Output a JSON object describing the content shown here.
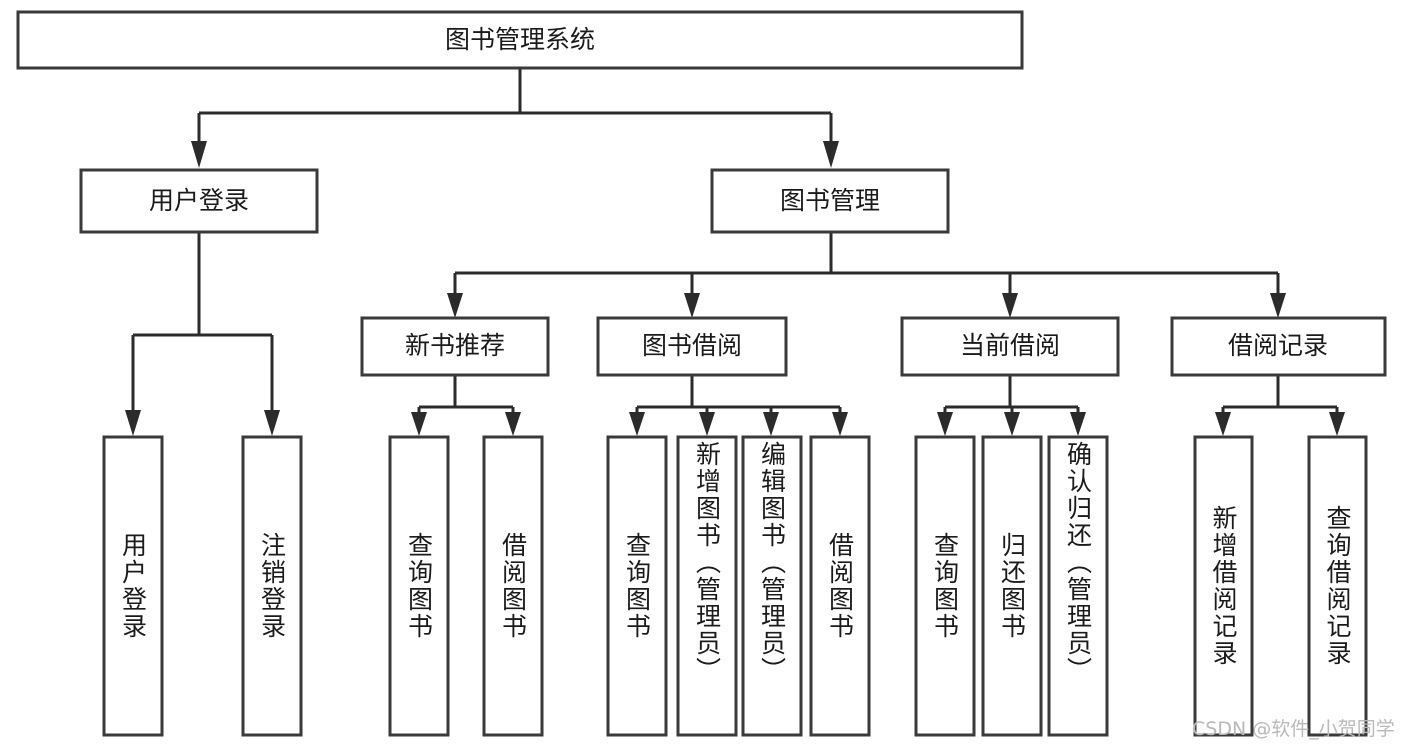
{
  "diagram": {
    "type": "tree",
    "title": "图书管理系统",
    "root": {
      "id": "root",
      "label": "图书管理系统",
      "orientation": "horizontal"
    },
    "level2": [
      {
        "id": "user-login",
        "label": "用户登录",
        "orientation": "horizontal"
      },
      {
        "id": "book-manage",
        "label": "图书管理",
        "orientation": "horizontal"
      }
    ],
    "level3": [
      {
        "id": "new-book-recommend",
        "label": "新书推荐",
        "orientation": "horizontal",
        "parent": "book-manage"
      },
      {
        "id": "book-borrow",
        "label": "图书借阅",
        "orientation": "horizontal",
        "parent": "book-manage"
      },
      {
        "id": "current-borrow",
        "label": "当前借阅",
        "orientation": "horizontal",
        "parent": "book-manage"
      },
      {
        "id": "borrow-record",
        "label": "借阅记录",
        "orientation": "horizontal",
        "parent": "book-manage"
      }
    ],
    "leaves": [
      {
        "id": "leaf-user-login",
        "label": "用户登录",
        "orientation": "vertical",
        "parent": "user-login"
      },
      {
        "id": "leaf-user-logout",
        "label": "注销登录",
        "orientation": "vertical",
        "parent": "user-login"
      },
      {
        "id": "leaf-query-book-1",
        "label": "查询图书",
        "orientation": "vertical",
        "parent": "new-book-recommend"
      },
      {
        "id": "leaf-borrow-book-1",
        "label": "借阅图书",
        "orientation": "vertical",
        "parent": "new-book-recommend"
      },
      {
        "id": "leaf-query-book-2",
        "label": "查询图书",
        "orientation": "vertical",
        "parent": "book-borrow"
      },
      {
        "id": "leaf-add-book",
        "label": "新增图书（管理员）",
        "orientation": "vertical",
        "parent": "book-borrow"
      },
      {
        "id": "leaf-edit-book",
        "label": "编辑图书（管理员）",
        "orientation": "vertical",
        "parent": "book-borrow"
      },
      {
        "id": "leaf-borrow-book-2",
        "label": "借阅图书",
        "orientation": "vertical",
        "parent": "book-borrow"
      },
      {
        "id": "leaf-query-book-3",
        "label": "查询图书",
        "orientation": "vertical",
        "parent": "current-borrow"
      },
      {
        "id": "leaf-return-book",
        "label": "归还图书",
        "orientation": "vertical",
        "parent": "current-borrow"
      },
      {
        "id": "leaf-confirm-return",
        "label": "确认归还（管理员）",
        "orientation": "vertical",
        "parent": "current-borrow"
      },
      {
        "id": "leaf-add-record",
        "label": "新增借阅记录",
        "orientation": "vertical",
        "parent": "borrow-record"
      },
      {
        "id": "leaf-query-record",
        "label": "查询借阅记录",
        "orientation": "vertical",
        "parent": "borrow-record"
      }
    ],
    "colors": {
      "box_stroke": "#3a3a3a",
      "connector": "#2b2b2b",
      "box_fill": "#ffffff",
      "text": "#1b1b1b",
      "watermark": "#b9b9b9",
      "background": "#ffffff"
    }
  },
  "watermark": {
    "text": "CSDN @软件_小贺同学"
  }
}
